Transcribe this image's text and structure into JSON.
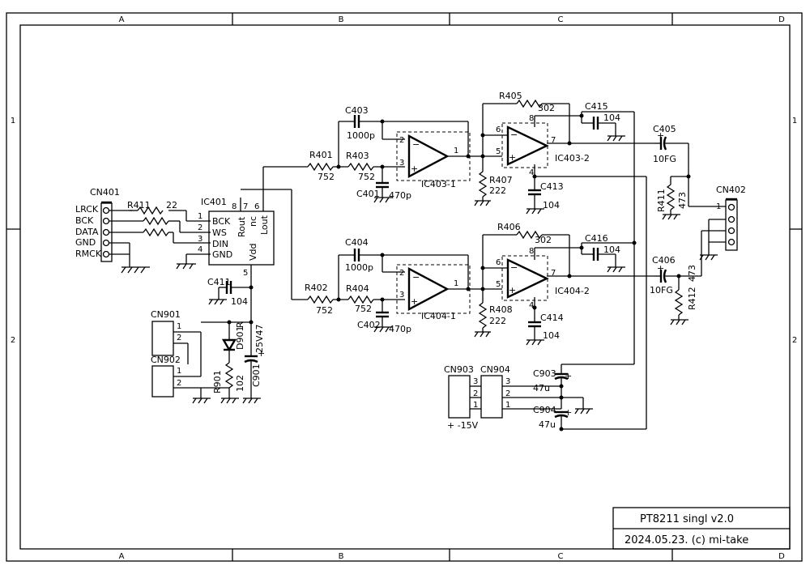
{
  "frame": {
    "zones_x": [
      "A",
      "B",
      "C",
      "D"
    ],
    "zones_y": [
      "1",
      "2"
    ]
  },
  "title_block": {
    "title": "PT8211 singl  v2.0",
    "date_author": "2024.05.23.   (c) mi-take"
  },
  "connectors": {
    "cn401": {
      "ref": "CN401",
      "pins": [
        "LRCK",
        "BCK",
        "DATA",
        "GND",
        "RMCK"
      ]
    },
    "cn402": {
      "ref": "CN402",
      "pin1": "1"
    },
    "cn901": {
      "ref": "CN901",
      "pin1": "1",
      "pin2": "2"
    },
    "cn902": {
      "ref": "CN902",
      "pin1": "1",
      "pin2": "2"
    },
    "cn903": {
      "ref": "CN903",
      "pin3": "3",
      "pin2": "2",
      "pin1": "1",
      "label": "+  -15V"
    },
    "cn904": {
      "ref": "CN904",
      "pin3": "3",
      "pin2": "2",
      "pin1": "1"
    }
  },
  "ic401": {
    "ref": "IC401",
    "left_pins": [
      {
        "num": "1",
        "name": "BCK"
      },
      {
        "num": "2",
        "name": "WS"
      },
      {
        "num": "3",
        "name": "DIN"
      },
      {
        "num": "4",
        "name": "GND"
      }
    ],
    "top_pins": [
      {
        "num": "8",
        "name": "Rout"
      },
      {
        "num": "7",
        "name": "nc"
      },
      {
        "num": "6",
        "name": "Lout"
      }
    ],
    "bottom_pin": {
      "num": "5",
      "name": "Vdd"
    }
  },
  "opamps": {
    "ic403_1": {
      "ref": "IC403-1",
      "in_minus": "2",
      "in_plus": "3",
      "out": "1"
    },
    "ic404_1": {
      "ref": "IC404-1",
      "in_minus": "2",
      "in_plus": "3",
      "out": "1"
    },
    "ic403_2": {
      "ref": "IC403-2",
      "in_minus": "6",
      "in_plus": "5",
      "out": "7",
      "vplus": "8",
      "vminus": "4"
    },
    "ic404_2": {
      "ref": "IC404-2",
      "in_minus": "6",
      "in_plus": "5",
      "out": "7",
      "vplus": "8",
      "vminus": "4"
    }
  },
  "parts": {
    "r411a": {
      "ref": "R411",
      "value": "22"
    },
    "r401": {
      "ref": "R401",
      "value": "752"
    },
    "r402": {
      "ref": "R402",
      "value": "752"
    },
    "r403": {
      "ref": "R403",
      "value": "752"
    },
    "r404": {
      "ref": "R404",
      "value": "752"
    },
    "r405": {
      "ref": "R405",
      "value": "302"
    },
    "r406": {
      "ref": "R406",
      "value": "302"
    },
    "r407": {
      "ref": "R407",
      "value": "222"
    },
    "r408": {
      "ref": "R408",
      "value": "222"
    },
    "r411b": {
      "ref": "R411",
      "value": "473"
    },
    "r412": {
      "ref": "R412",
      "value": "473"
    },
    "r901": {
      "ref": "R901",
      "value": "102"
    },
    "c401": {
      "ref": "C401",
      "value": "470p"
    },
    "c402": {
      "ref": "C402",
      "value": "470p"
    },
    "c403": {
      "ref": "C403",
      "value": "1000p"
    },
    "c404": {
      "ref": "C404",
      "value": "1000p"
    },
    "c405": {
      "ref": "C405",
      "value": "10FG"
    },
    "c406": {
      "ref": "C406",
      "value": "10FG"
    },
    "c411": {
      "ref": "C411",
      "value": "104"
    },
    "c413": {
      "ref": "C413",
      "value": "104"
    },
    "c414": {
      "ref": "C414",
      "value": "104"
    },
    "c415": {
      "ref": "C415",
      "value": "104"
    },
    "c416": {
      "ref": "C416",
      "value": "104"
    },
    "c901": {
      "ref": "C901",
      "value": "25V47"
    },
    "c903": {
      "ref": "C903",
      "value": "47u"
    },
    "c904": {
      "ref": "C904",
      "value": "47u"
    },
    "d901": {
      "ref": "D901",
      "value": "R"
    }
  }
}
